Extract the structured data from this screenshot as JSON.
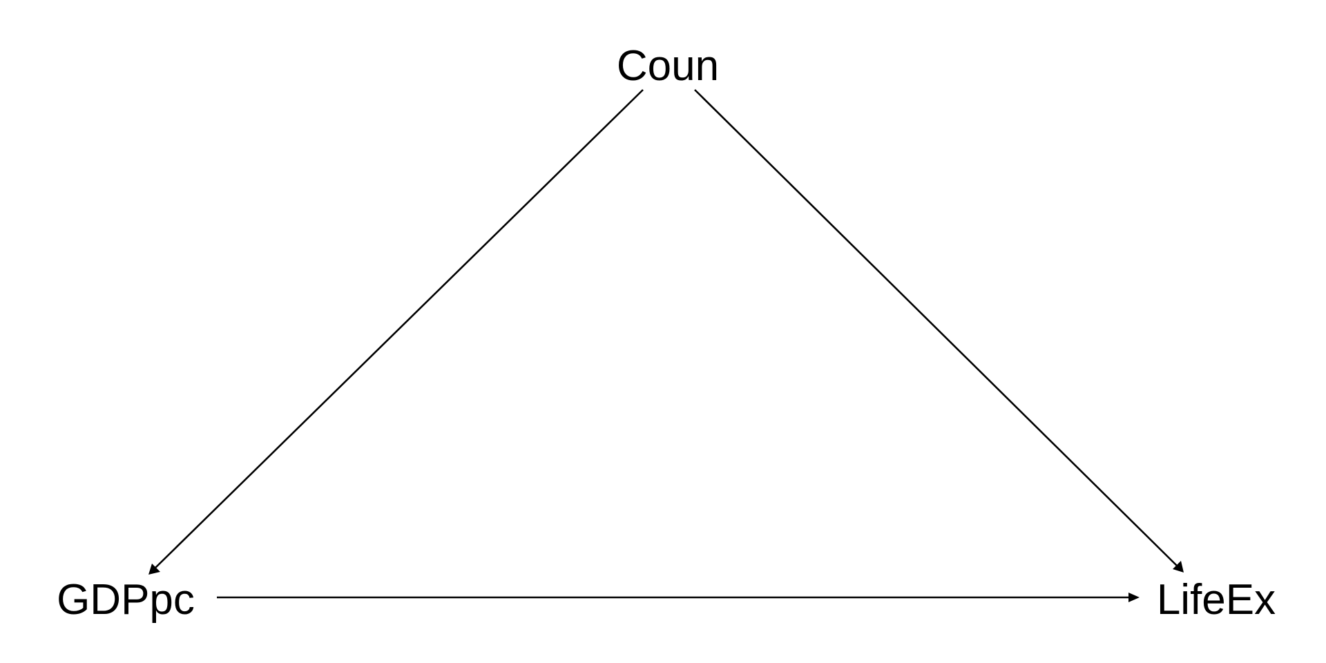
{
  "diagram": {
    "type": "directed-acyclic-graph",
    "nodes": [
      {
        "id": "coun",
        "label": "Coun"
      },
      {
        "id": "gdppc",
        "label": "GDPpc"
      },
      {
        "id": "lifeex",
        "label": "LifeEx"
      }
    ],
    "edges": [
      {
        "from": "coun",
        "to": "gdppc"
      },
      {
        "from": "coun",
        "to": "lifeex"
      },
      {
        "from": "gdppc",
        "to": "lifeex"
      }
    ],
    "line_color": "#000000",
    "background": "#ffffff"
  }
}
